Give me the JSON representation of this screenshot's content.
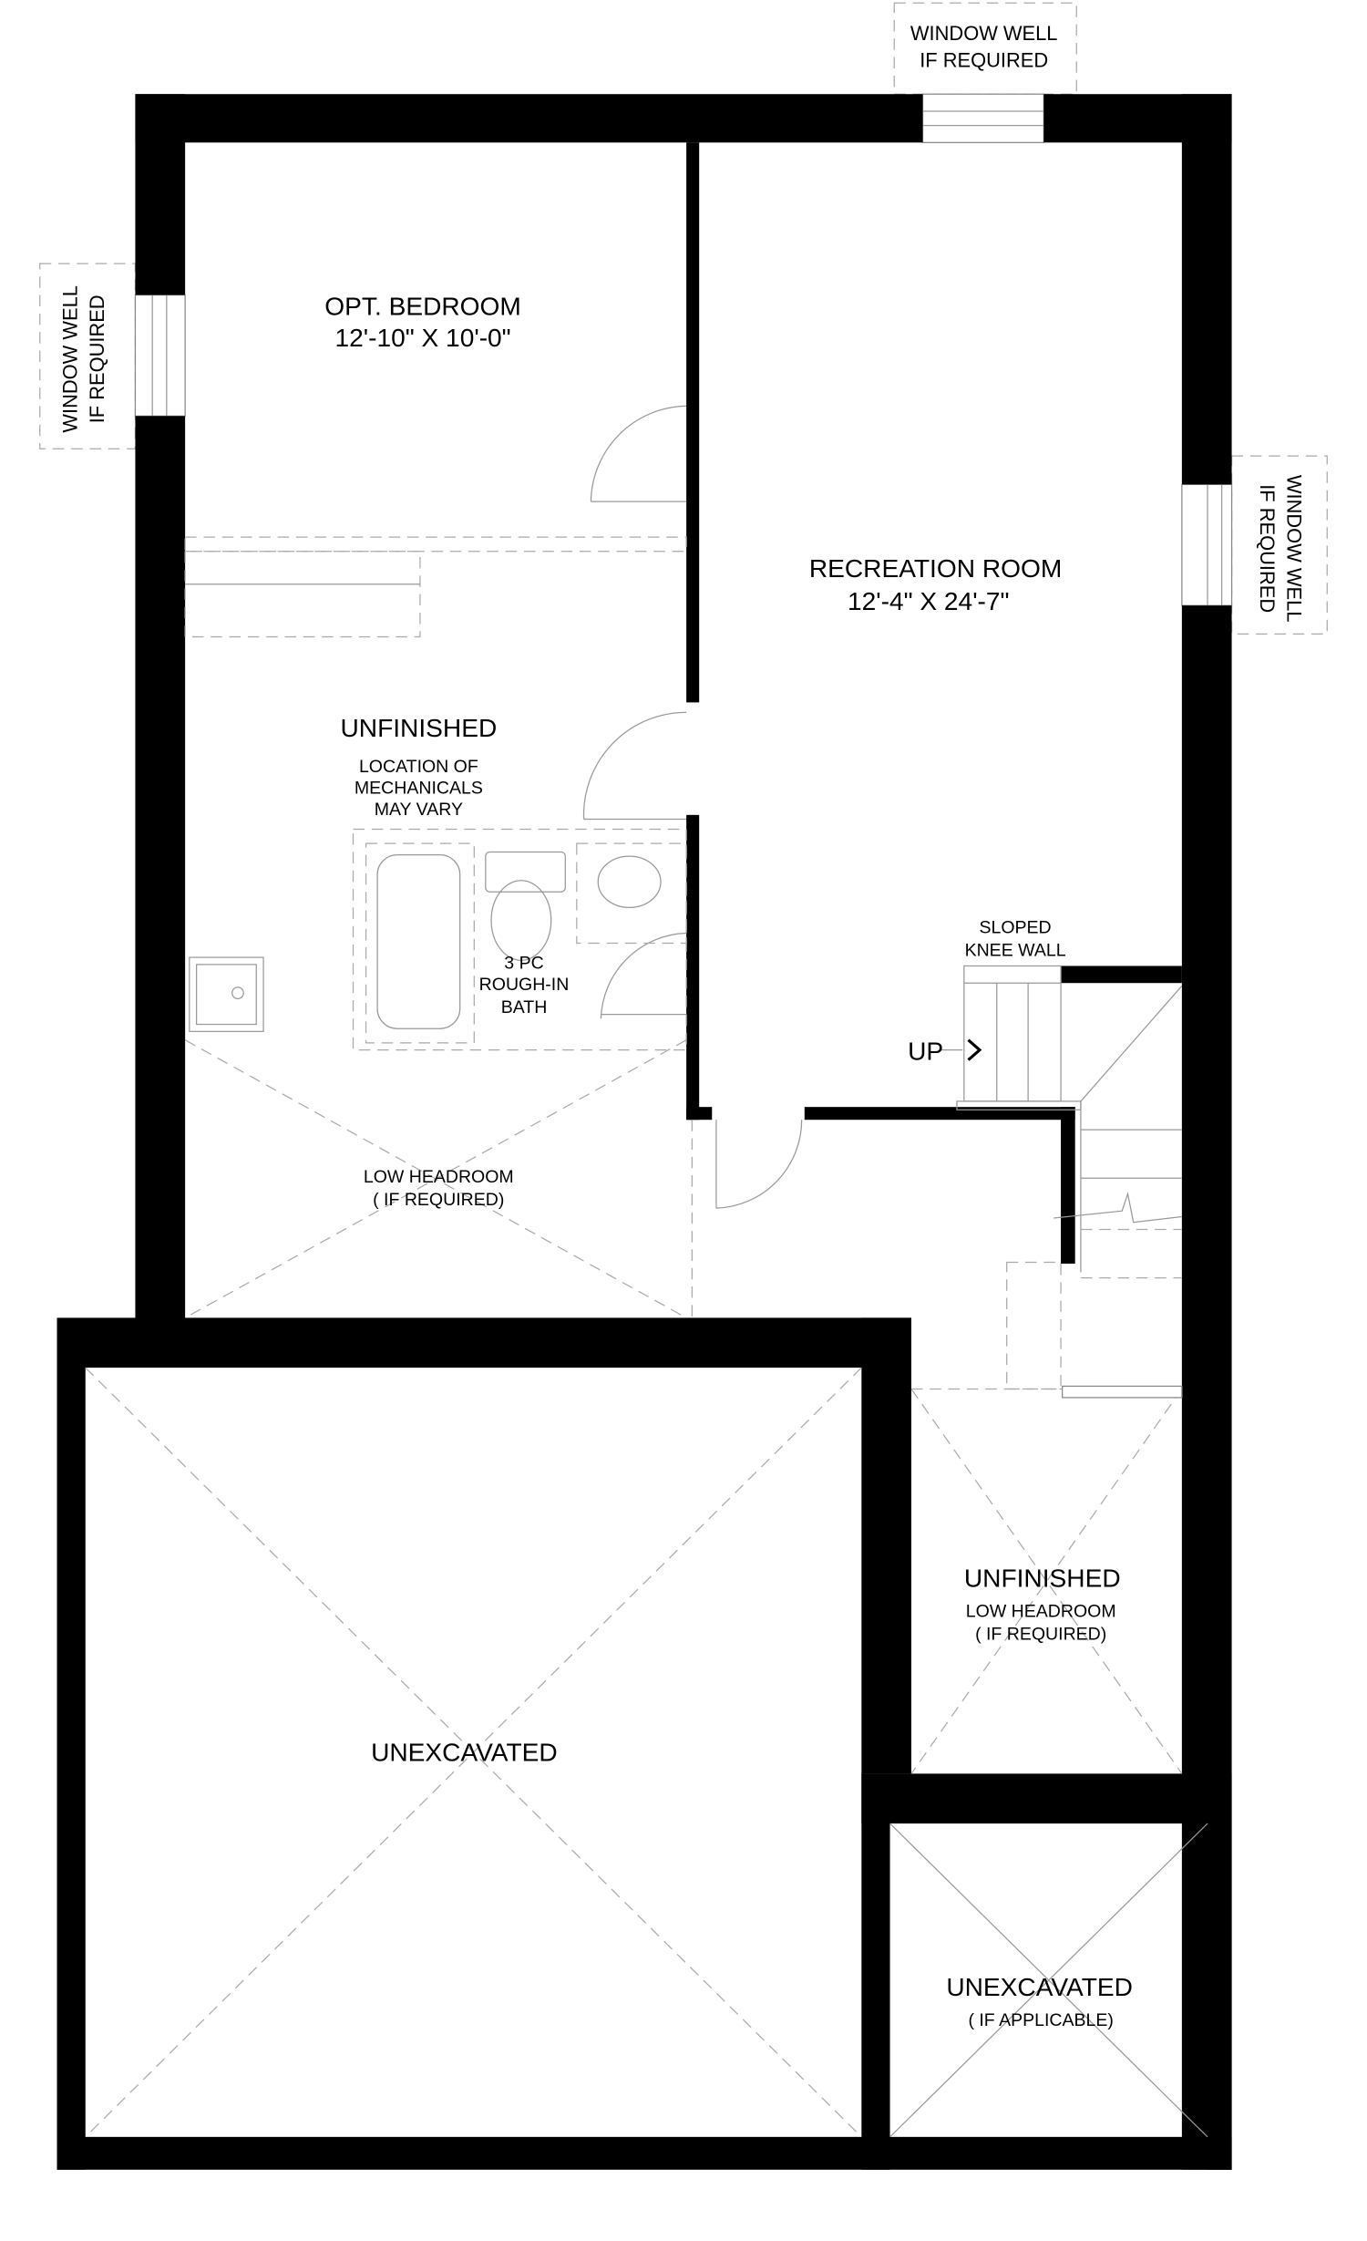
{
  "plan": {
    "rooms": {
      "bedroom": {
        "name": "OPT. BEDROOM",
        "size": "12'-10\" X 10'-0\""
      },
      "recreation": {
        "name": "RECREATION ROOM",
        "size": "12'-4\" X 24'-7\""
      },
      "unfinished_main": {
        "name": "UNFINISHED",
        "note_1": "LOCATION OF",
        "note_2": "MECHANICALS",
        "note_3": "MAY VARY"
      },
      "bath": {
        "line_1": "3 PC",
        "line_2": "ROUGH-IN",
        "line_3": "BATH"
      },
      "low_headroom_main": {
        "line_1": "LOW HEADROOM",
        "line_2": "( IF REQUIRED)"
      },
      "unfinished_right": {
        "name": "UNFINISHED",
        "line_1": "LOW HEADROOM",
        "line_2": "( IF REQUIRED)"
      },
      "unexcavated_large": {
        "name": "UNEXCAVATED"
      },
      "unexcavated_small": {
        "name": "UNEXCAVATED",
        "note": "( IF APPLICABLE)"
      }
    },
    "stairs": {
      "up_label": "UP",
      "knee_wall_1": "SLOPED",
      "knee_wall_2": "KNEE WALL"
    },
    "window_wells": {
      "top": {
        "line_1": "WINDOW WELL",
        "line_2": "IF REQUIRED"
      },
      "left": {
        "line_1": "WINDOW WELL",
        "line_2": "IF REQUIRED"
      },
      "right": {
        "line_1": "WINDOW WELL",
        "line_2": "IF REQUIRED"
      }
    }
  }
}
